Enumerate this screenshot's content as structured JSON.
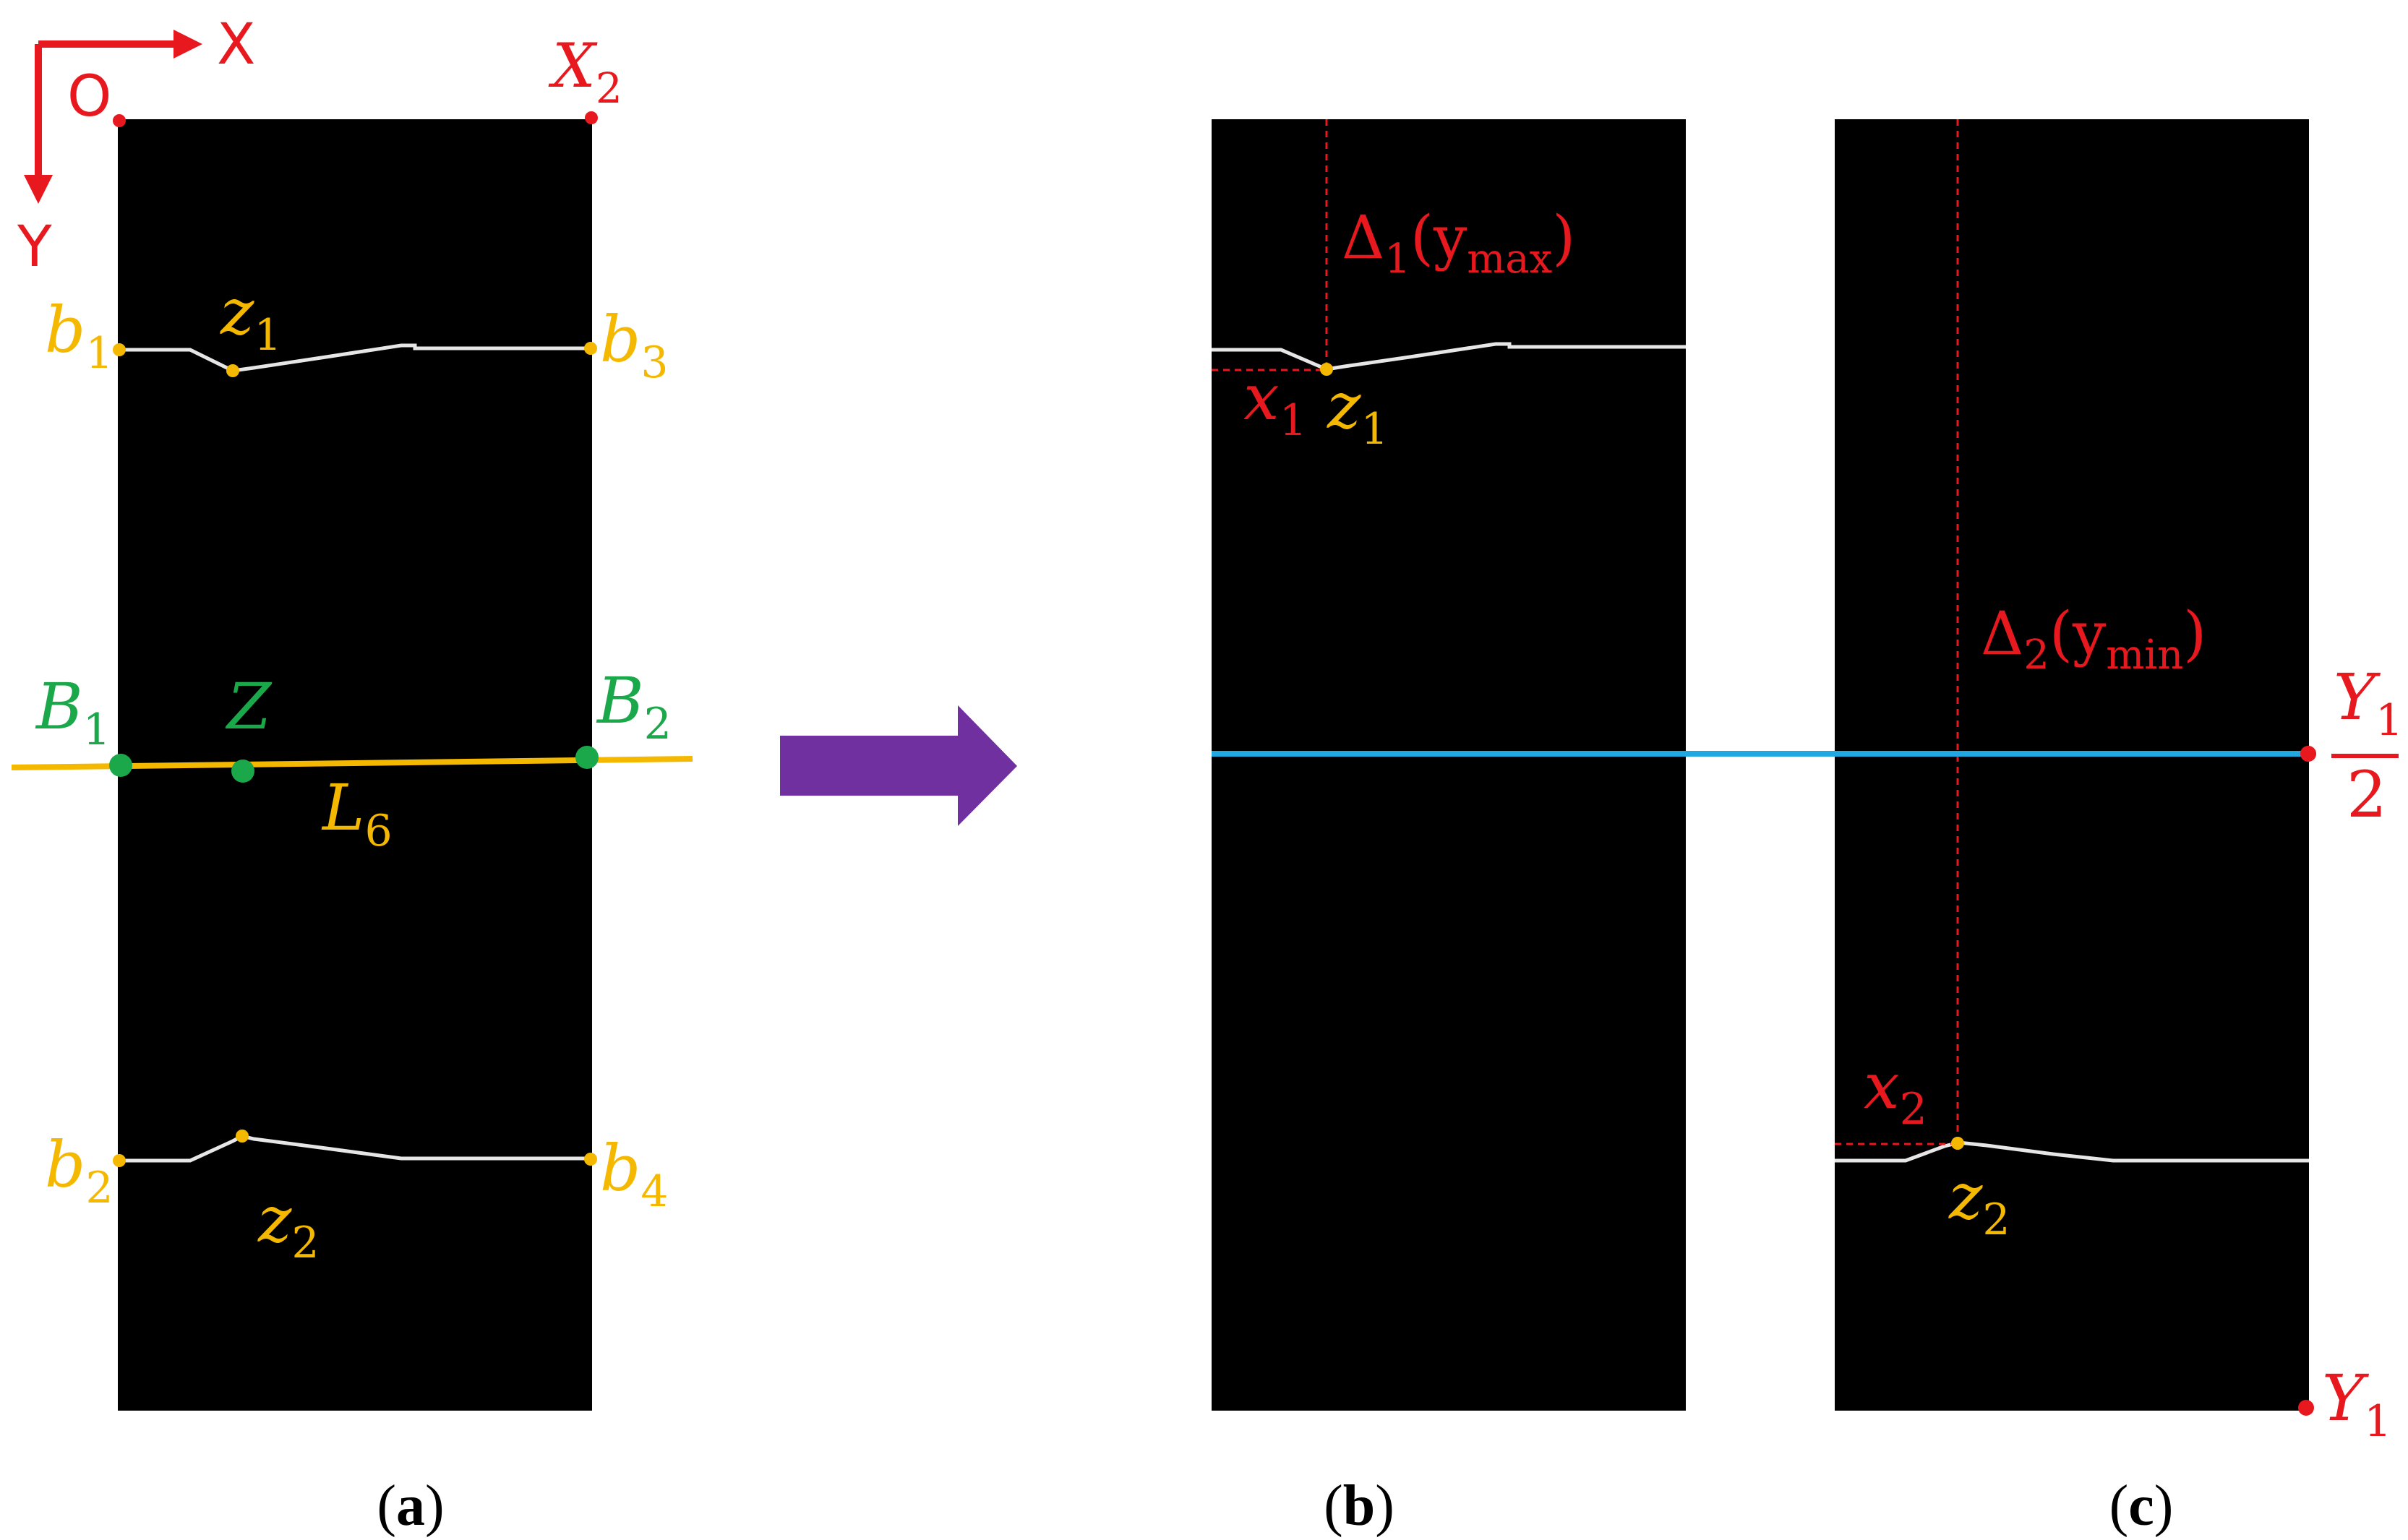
{
  "colors": {
    "panel": "#000000",
    "crack_line": "#e6e6e6",
    "red": "#e8191e",
    "yellow": "#f5b800",
    "green": "#1aa84a",
    "cyan": "#22a8e0",
    "purple": "#7030a0"
  },
  "axes": {
    "origin": "O",
    "x_axis": "X",
    "y_axis": "Y",
    "x_end": "X",
    "x_end_sub": "2"
  },
  "panel_a": {
    "caption_open": "(",
    "caption_letter": "a",
    "caption_close": ")",
    "b1": {
      "base": "b",
      "sub": "1"
    },
    "b2": {
      "base": "b",
      "sub": "2"
    },
    "b3": {
      "base": "b",
      "sub": "3"
    },
    "b4": {
      "base": "b",
      "sub": "4"
    },
    "z1": {
      "base": "z",
      "sub": "1"
    },
    "z2": {
      "base": "z",
      "sub": "2"
    },
    "B1": {
      "base": "B",
      "sub": "1"
    },
    "B2": {
      "base": "B",
      "sub": "2"
    },
    "Z": "Z",
    "L6": {
      "base": "L",
      "sub": "6"
    }
  },
  "panel_b": {
    "caption_open": "(",
    "caption_letter": "b",
    "caption_close": ")",
    "delta": {
      "base": "Δ",
      "sub": "1",
      "paren": "(y",
      "paren_sub": "max",
      "close": ")"
    },
    "x1": {
      "base": "x",
      "sub": "1"
    },
    "z1": {
      "base": "z",
      "sub": "1"
    }
  },
  "panel_c": {
    "caption_open": "(",
    "caption_letter": "c",
    "caption_close": ")",
    "delta": {
      "base": "Δ",
      "sub": "2",
      "paren": "(y",
      "paren_sub": "min",
      "close": ")"
    },
    "x2": {
      "base": "x",
      "sub": "2"
    },
    "z2": {
      "base": "z",
      "sub": "2"
    },
    "half": {
      "num": "Y",
      "num_sub": "1",
      "den": "2"
    },
    "y1": {
      "base": "Y",
      "sub": "1"
    }
  }
}
